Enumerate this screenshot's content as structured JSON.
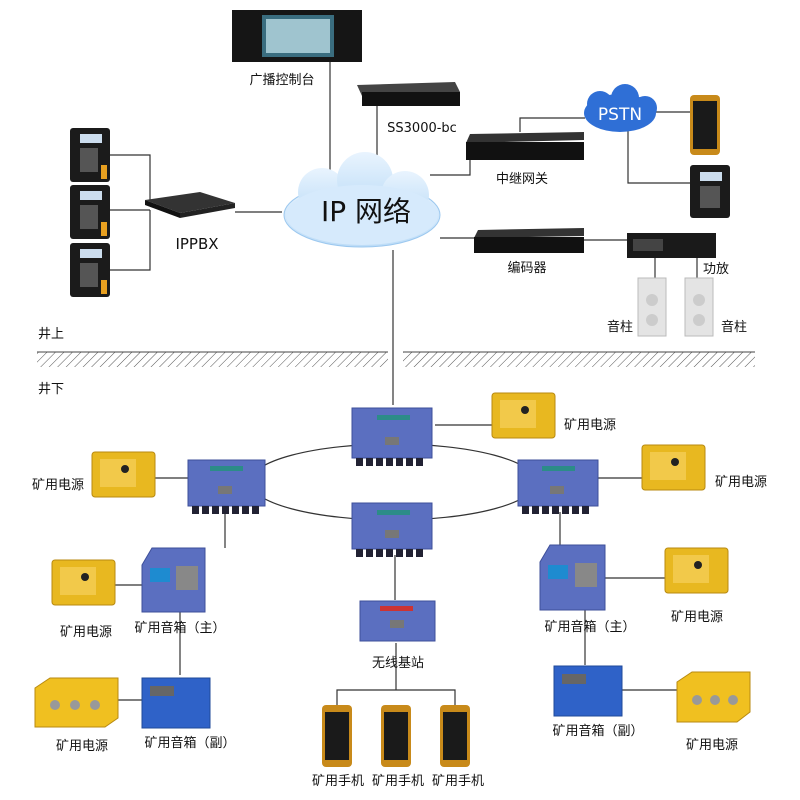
{
  "surface": {
    "broadcast_console": "广播控制台",
    "server": "SS3000-bc",
    "trunk_gateway": "中继网关",
    "pstn": "PSTN",
    "ip_network": "IP 网络",
    "ippbx": "IPPBX",
    "encoder": "编码器",
    "amplifier": "功放",
    "column_speaker_left": "音柱",
    "column_speaker_right": "音柱"
  },
  "zones": {
    "above": "井上",
    "below": "井下"
  },
  "underground": {
    "power_supply": "矿用电源",
    "speaker_main": "矿用音箱（主）",
    "speaker_sub": "矿用音箱（副）",
    "wireless_base": "无线基站",
    "handset": "矿用手机"
  },
  "colors": {
    "switch_blue": "#5b6fc0",
    "power_yellow": "#e8b820",
    "pstn_blue": "#2f6fd6",
    "cloud_blue": "#cfe6fb"
  }
}
